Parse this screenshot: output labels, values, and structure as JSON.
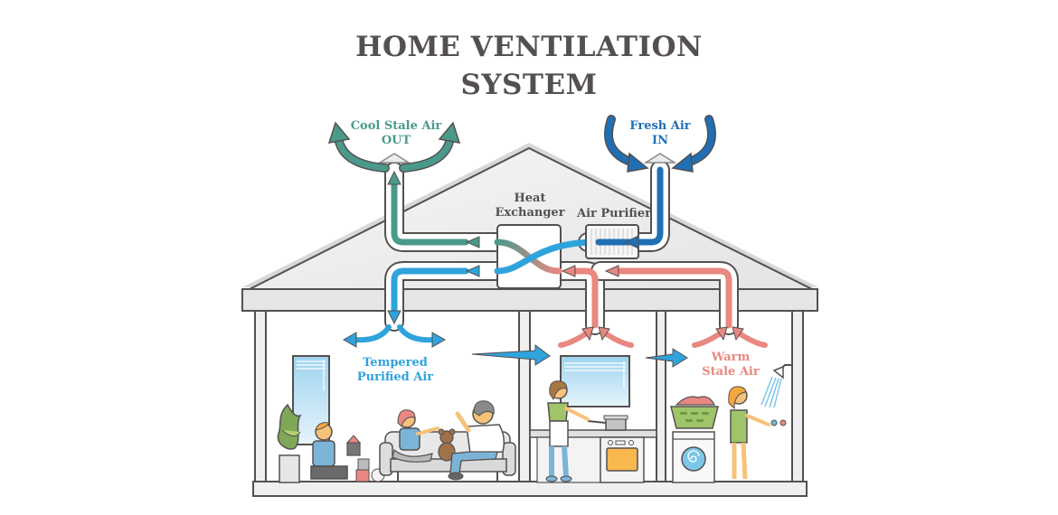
{
  "title": {
    "line1": "HOME VENTILATION",
    "line2": "SYSTEM"
  },
  "labels": {
    "cool_stale_air": {
      "line1": "Cool Stale Air",
      "line2": "OUT",
      "color": "#4a9a8c"
    },
    "fresh_air": {
      "line1": "Fresh Air",
      "line2": "IN",
      "color": "#1f6fb5"
    },
    "heat_exchanger": {
      "line1": "Heat",
      "line2": "Exchanger",
      "color": "#555050"
    },
    "air_purifier": {
      "line1": "Air Purifier",
      "color": "#555050"
    },
    "tempered_air": {
      "line1": "Tempered",
      "line2": "Purified Air",
      "color": "#2fa3dc"
    },
    "warm_stale_air": {
      "line1": "Warm",
      "line2": "Stale Air",
      "color": "#e88880"
    }
  },
  "colors": {
    "stale_out": "#4a9a8c",
    "fresh_in": "#1f6fb5",
    "tempered": "#2fa3dc",
    "warm_stale": "#e88880",
    "outline": "#555050",
    "house_fill": "#ececec"
  },
  "rooms": [
    {
      "name": "living-room",
      "people": [
        "child-playing-blocks",
        "girl-on-sofa",
        "man-on-sofa"
      ],
      "objects": [
        "window",
        "plant",
        "sofa",
        "teddy-bear",
        "toy-blocks"
      ]
    },
    {
      "name": "kitchen",
      "people": [
        "woman-cooking"
      ],
      "objects": [
        "window",
        "stove",
        "pot",
        "cabinets"
      ]
    },
    {
      "name": "bathroom-laundry",
      "people": [
        "woman-showering"
      ],
      "objects": [
        "shower-head",
        "washing-machine",
        "laundry-basket",
        "taps"
      ]
    }
  ]
}
